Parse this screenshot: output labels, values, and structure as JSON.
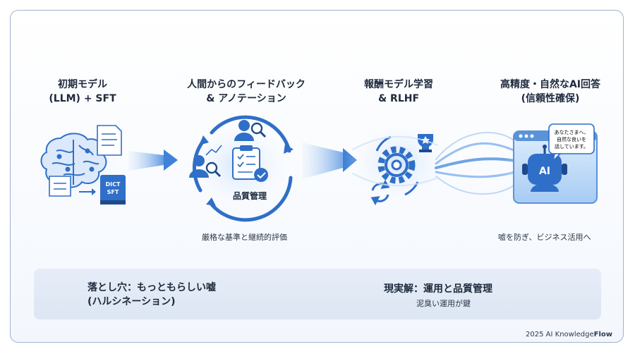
{
  "stages": [
    {
      "title_line1": "初期モデル",
      "title_line2": "(LLM) + SFT",
      "book_line1": "DICT",
      "book_line2": "SFT"
    },
    {
      "title_line1": "人間からのフィードバック",
      "title_line2": "& アノテーション",
      "badge": "品質管理",
      "caption": "厳格な基準と継続的評価"
    },
    {
      "title_line1": "報酬モデル学習",
      "title_line2": "& RLHF"
    },
    {
      "title_line1": "高精度・自然なAI回答",
      "title_line2": "(信頼性確保)",
      "bubble_line1": "あなたさまへ、",
      "bubble_line2": "自然な良いを",
      "bubble_line3": "話しています。",
      "screen_label": "AI",
      "caption": "嘘を防ぎ、ビジネス活用へ"
    }
  ],
  "bottom": {
    "pitfall_line1": "落とし穴：もっともらしい嘘",
    "pitfall_line2": "(ハルシネーション)",
    "speech_mark": "TT",
    "solution_title": "現実解：運用と品質管理",
    "solution_sub": "泥臭い運用が鍵"
  },
  "brand": {
    "prefix": "2025 AI Knowledge",
    "suffix": "Flow"
  },
  "colors": {
    "primary": "#2f6fc8",
    "dark": "#1e4a8c",
    "light": "#a9c9ef",
    "panel": "#e2e9f5"
  }
}
